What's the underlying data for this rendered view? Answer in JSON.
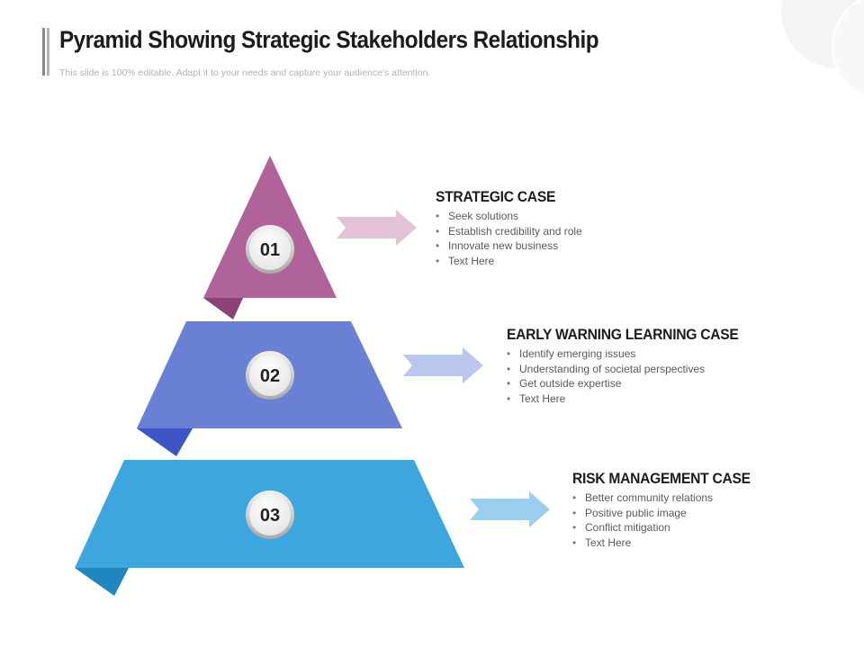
{
  "header": {
    "title": "Pyramid Showing Strategic Stakeholders Relationship",
    "subtitle": "This slide is 100% editable. Adapt it to your needs and capture your audience's attention."
  },
  "pyramid": [
    {
      "number": "01",
      "heading": "STRATEGIC CASE",
      "bullets": [
        "Seek solutions",
        "Establish credibility and role",
        "Innovate new business",
        "Text Here"
      ],
      "color": "#b0629b",
      "fold_color": "#8c4279",
      "arrow_color": "#e3c2d8"
    },
    {
      "number": "02",
      "heading": "EARLY WARNING LEARNING CASE",
      "bullets": [
        "Identify emerging issues",
        "Understanding of societal perspectives",
        "Get outside expertise",
        "Text Here"
      ],
      "color": "#6a80d4",
      "fold_color": "#3c55c4",
      "arrow_color": "#b9c6ee"
    },
    {
      "number": "03",
      "heading": "RISK MANAGEMENT CASE",
      "bullets": [
        "Better community relations",
        "Positive public image",
        "Conflict mitigation",
        "Text Here"
      ],
      "color": "#3ea6de",
      "fold_color": "#2185be",
      "arrow_color": "#9ccfee"
    }
  ],
  "bullet_glyph": "•"
}
